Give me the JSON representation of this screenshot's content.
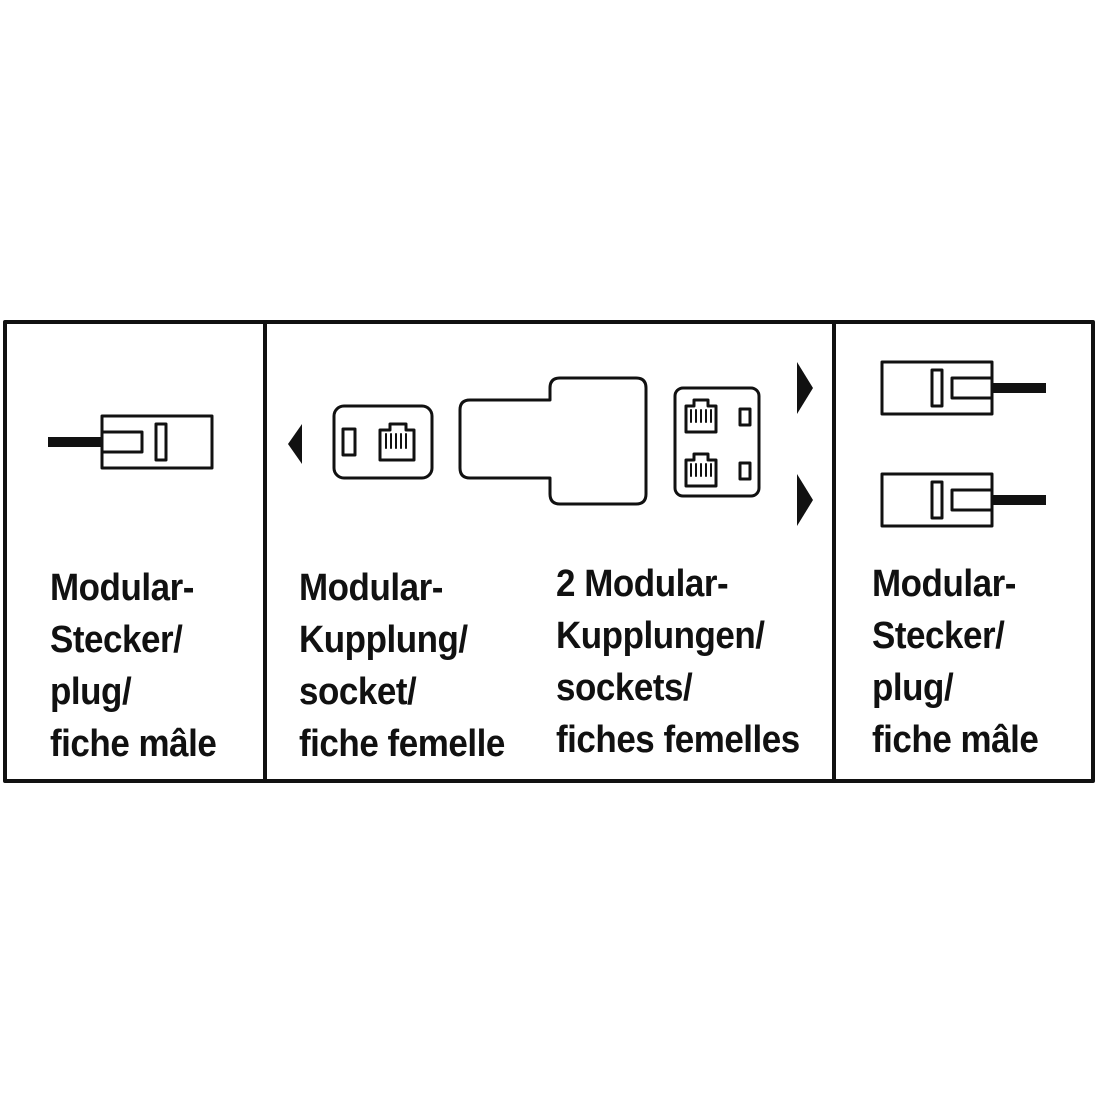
{
  "colors": {
    "ink": "#111111",
    "background": "#ffffff"
  },
  "panels": [
    {
      "icon": "modular-plug-icon",
      "lines": [
        "Modular-",
        "Stecker/",
        "plug/",
        "fiche mâle"
      ]
    },
    {
      "icon": "modular-socket-icon",
      "lines": [
        "Modular-",
        "Kupplung/",
        "socket/",
        "fiche femelle"
      ]
    },
    {
      "icon": "dual-modular-socket-icon",
      "lines": [
        "2 Modular-",
        "Kupplungen/",
        "sockets/",
        "fiches femelles"
      ]
    },
    {
      "icon": "two-modular-plugs-icon",
      "lines": [
        "Modular-",
        "Stecker/",
        "plug/",
        "fiche mâle"
      ]
    }
  ]
}
